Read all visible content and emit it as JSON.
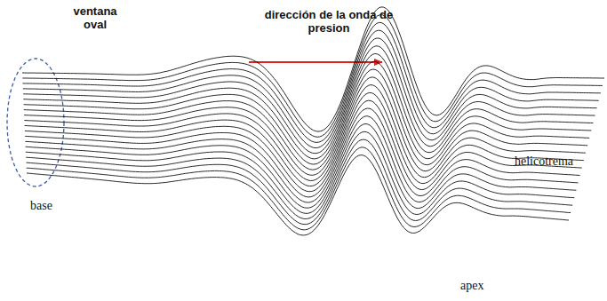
{
  "diagram": {
    "labels": [
      "ventana oval",
      "dirección de la onda de presion",
      "base",
      "helicotrema",
      "apex"
    ]
  }
}
